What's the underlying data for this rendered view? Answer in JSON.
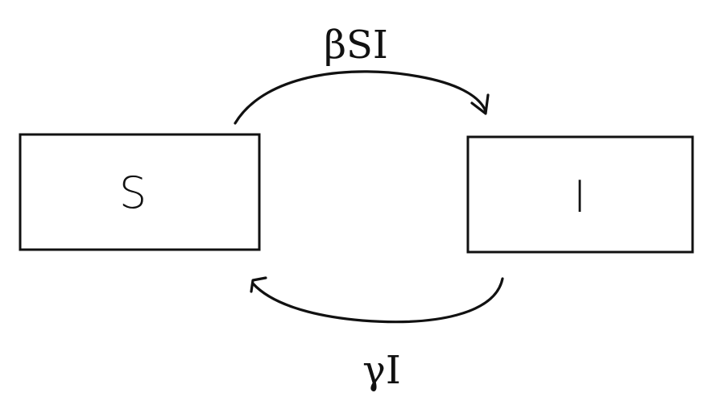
{
  "diagram": {
    "nodes": {
      "s": {
        "label": "S"
      },
      "i": {
        "label": "I"
      }
    },
    "edges": {
      "infection": {
        "from": "S",
        "to": "I",
        "label": "βSI"
      },
      "recovery": {
        "from": "I",
        "to": "S",
        "label": "γI"
      }
    },
    "colors": {
      "stroke": "#111111",
      "background": "#ffffff"
    }
  }
}
